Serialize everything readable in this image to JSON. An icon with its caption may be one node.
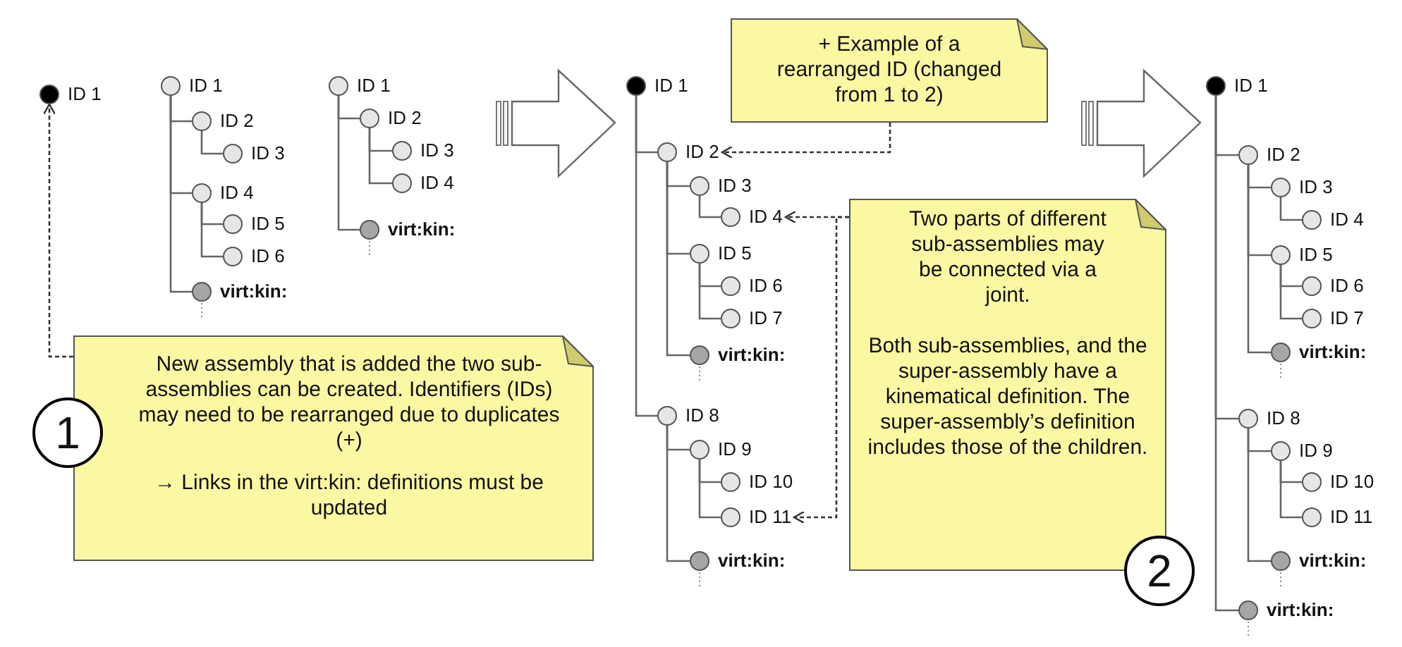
{
  "diagram": {
    "nodes": [
      {
        "text": [
          "ID 1"
        ]
      },
      {
        "text": [
          "ID 1"
        ]
      },
      {
        "text": [
          "ID 2"
        ]
      },
      {
        "text": [
          "ID 3"
        ]
      },
      {
        "text": [
          "ID 4"
        ]
      },
      {
        "text": [
          "ID 5"
        ]
      },
      {
        "text": [
          "ID 6"
        ]
      },
      {
        "text": [
          "virt:kin:"
        ]
      },
      {
        "text": [
          "ID 1"
        ]
      },
      {
        "text": [
          "ID 2"
        ]
      },
      {
        "text": [
          "ID 3"
        ]
      },
      {
        "text": [
          "ID 4"
        ]
      },
      {
        "text": [
          "virt:kin:"
        ]
      },
      {
        "text": [
          "ID 1"
        ]
      },
      {
        "text": [
          "ID 2"
        ]
      },
      {
        "text": [
          "ID 3"
        ]
      },
      {
        "text": [
          "ID 4"
        ]
      },
      {
        "text": [
          "ID 5"
        ]
      },
      {
        "text": [
          "ID 6"
        ]
      },
      {
        "text": [
          "ID 7"
        ]
      },
      {
        "text": [
          "virt:kin:"
        ]
      },
      {
        "text": [
          "ID 8"
        ]
      },
      {
        "text": [
          "ID 9"
        ]
      },
      {
        "text": [
          "ID 10"
        ]
      },
      {
        "text": [
          "ID 11"
        ]
      },
      {
        "text": [
          "virt:kin:"
        ]
      },
      {
        "text": [
          "ID 1"
        ]
      },
      {
        "text": [
          "ID 2"
        ]
      },
      {
        "text": [
          "ID 3"
        ]
      },
      {
        "text": [
          "ID 4"
        ]
      },
      {
        "text": [
          "ID 5"
        ]
      },
      {
        "text": [
          "ID 6"
        ]
      },
      {
        "text": [
          "ID 7"
        ]
      },
      {
        "text": [
          "virt:kin:"
        ]
      },
      {
        "text": [
          "ID 8"
        ]
      },
      {
        "text": [
          "ID 9"
        ]
      },
      {
        "text": [
          "ID 10"
        ]
      },
      {
        "text": [
          "ID 11"
        ]
      },
      {
        "text": [
          "virt:kin:"
        ]
      },
      {
        "text": [
          "virt:kin:"
        ]
      },
      {
        "text": [
          "+ Example of a rearranged ID (changed from 1 to 2)"
        ]
      },
      {
        "text": [
          "Two parts of different sub-assemblies may be connected via a joint.",
          "Both sub-assemblies, and the super-assembly have a kinematical definition. The super-assembly’s definition includes those of the children."
        ]
      },
      {
        "text": [
          "New assembly that is added the two sub-assemblies can be created. Identifiers (IDs) may need to be rearranged due to duplicates (+)",
          "→ Links in the virt:kin: definitions must be updated"
        ]
      },
      {
        "text": [
          "1"
        ]
      },
      {
        "text": [
          "2"
        ]
      }
    ],
    "edges": [
      {
        "from": 42,
        "to": 0,
        "arrow": "to",
        "style": "dashed",
        "color": "#333333"
      },
      {
        "from": 40,
        "to": 14,
        "arrow": "to",
        "style": "dashed",
        "color": "#333333"
      },
      {
        "from": 41,
        "to": 16,
        "arrow": "to",
        "style": "dashed",
        "color": "#333333"
      },
      {
        "from": 41,
        "to": 24,
        "arrow": "to",
        "style": "dashed",
        "color": "#333333"
      },
      {
        "from": 1,
        "to": 2,
        "arrow": "none"
      },
      {
        "from": 1,
        "to": 4,
        "arrow": "none"
      },
      {
        "from": 1,
        "to": 7,
        "arrow": "none"
      },
      {
        "from": 2,
        "to": 3,
        "arrow": "none"
      },
      {
        "from": 4,
        "to": 5,
        "arrow": "none"
      },
      {
        "from": 4,
        "to": 6,
        "arrow": "none"
      },
      {
        "from": 8,
        "to": 9,
        "arrow": "none"
      },
      {
        "from": 8,
        "to": 12,
        "arrow": "none"
      },
      {
        "from": 9,
        "to": 10,
        "arrow": "none"
      },
      {
        "from": 9,
        "to": 11,
        "arrow": "none"
      },
      {
        "from": 13,
        "to": 14,
        "arrow": "none"
      },
      {
        "from": 13,
        "to": 21,
        "arrow": "none"
      },
      {
        "from": 14,
        "to": 15,
        "arrow": "none"
      },
      {
        "from": 14,
        "to": 17,
        "arrow": "none"
      },
      {
        "from": 14,
        "to": 20,
        "arrow": "none"
      },
      {
        "from": 15,
        "to": 16,
        "arrow": "none"
      },
      {
        "from": 17,
        "to": 18,
        "arrow": "none"
      },
      {
        "from": 17,
        "to": 19,
        "arrow": "none"
      },
      {
        "from": 21,
        "to": 22,
        "arrow": "none"
      },
      {
        "from": 21,
        "to": 25,
        "arrow": "none"
      },
      {
        "from": 22,
        "to": 23,
        "arrow": "none"
      },
      {
        "from": 22,
        "to": 24,
        "arrow": "none"
      },
      {
        "from": 26,
        "to": 27,
        "arrow": "none"
      },
      {
        "from": 26,
        "to": 34,
        "arrow": "none"
      },
      {
        "from": 26,
        "to": 39,
        "arrow": "none"
      },
      {
        "from": 27,
        "to": 28,
        "arrow": "none"
      },
      {
        "from": 27,
        "to": 30,
        "arrow": "none"
      },
      {
        "from": 27,
        "to": 33,
        "arrow": "none"
      },
      {
        "from": 28,
        "to": 29,
        "arrow": "none"
      },
      {
        "from": 30,
        "to": 31,
        "arrow": "none"
      },
      {
        "from": 30,
        "to": 32,
        "arrow": "none"
      },
      {
        "from": 34,
        "to": 35,
        "arrow": "none"
      },
      {
        "from": 34,
        "to": 38,
        "arrow": "none"
      },
      {
        "from": 35,
        "to": 36,
        "arrow": "none"
      },
      {
        "from": 35,
        "to": 37,
        "arrow": "none"
      }
    ]
  }
}
